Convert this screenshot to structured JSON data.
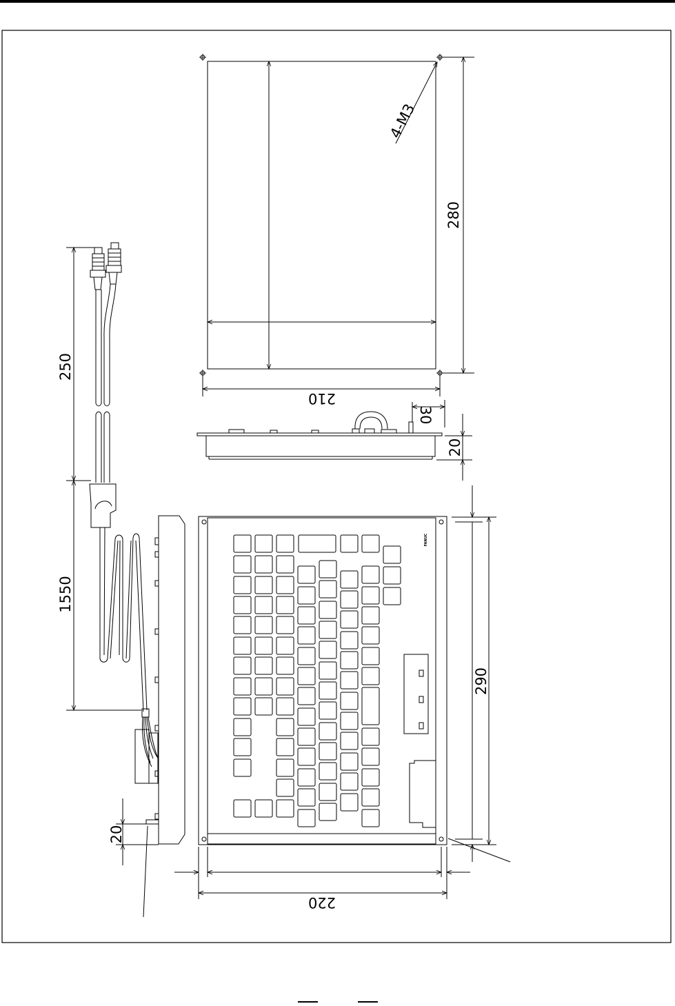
{
  "drawing": {
    "title": "Keyboard unit outline drawing",
    "dimensions": {
      "top_height": "280",
      "top_width": "210",
      "hole_note": "4-M3",
      "side_knob": "30",
      "side_depth": "20",
      "cable_a": "250",
      "cable_b": "1550",
      "front_height": "290",
      "front_width": "220",
      "front_offset": "20"
    },
    "brand_mark": "FANUC",
    "colors": {
      "line": "#000000",
      "background": "#ffffff"
    }
  }
}
